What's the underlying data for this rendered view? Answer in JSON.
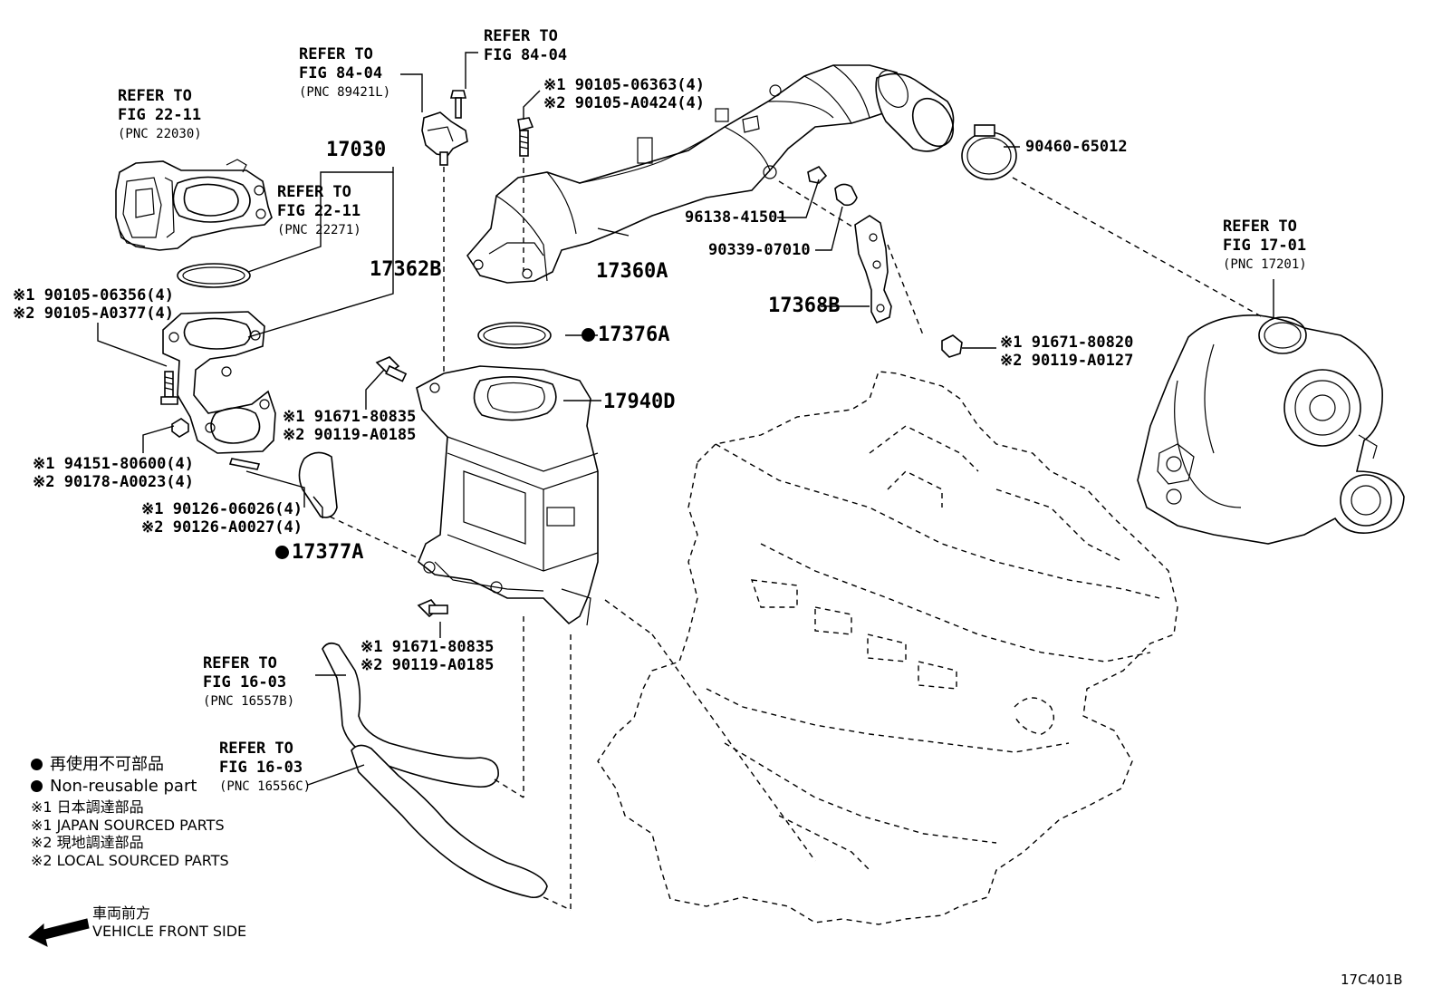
{
  "parts": {
    "p17030": "17030",
    "p17362B": "17362B",
    "p17360A": "17360A",
    "p17368B": "17368B",
    "p17376A": "17376A",
    "p17940D": "17940D",
    "p17377A": "17377A",
    "p90460": "90460-65012",
    "p96138": "96138-41501",
    "p90339": "90339-07010"
  },
  "refs": {
    "fig2211_a": {
      "l1": "REFER TO",
      "l2": "FIG 22-11",
      "pnc": "(PNC 22030)"
    },
    "fig8404_a": {
      "l1": "REFER TO",
      "l2": "FIG 84-04",
      "pnc": "(PNC 89421L)"
    },
    "fig8404_b": {
      "l1": "REFER TO",
      "l2": "FIG 84-04"
    },
    "fig2211_b": {
      "l1": "REFER TO",
      "l2": "FIG 22-11",
      "pnc": "(PNC 22271)"
    },
    "fig1701": {
      "l1": "REFER TO",
      "l2": "FIG 17-01",
      "pnc": "(PNC 17201)"
    },
    "fig1603_a": {
      "l1": "REFER TO",
      "l2": "FIG 16-03",
      "pnc": "(PNC 16557B)"
    },
    "fig1603_b": {
      "l1": "REFER TO",
      "l2": "FIG 16-03",
      "pnc": "(PNC 16556C)"
    }
  },
  "bolts": {
    "b1": [
      "※1 90105-06363(4)",
      "※2 90105-A0424(4)"
    ],
    "b2": [
      "※1 90105-06356(4)",
      "※2 90105-A0377(4)"
    ],
    "b3": [
      "※1 91671-80820",
      "※2 90119-A0127"
    ],
    "b4": [
      "※1 91671-80835",
      "※2 90119-A0185"
    ],
    "b5": [
      "※1 94151-80600(4)",
      "※2 90178-A0023(4)"
    ],
    "b6": [
      "※1 90126-06026(4)",
      "※2 90126-A0027(4)"
    ],
    "b7": [
      "※1 91671-80835",
      "※2 90119-A0185"
    ]
  },
  "legend": {
    "jp_nonreuse": "再使用不可部品",
    "en_nonreuse": "Non-reusable part",
    "jp1": "※1  日本調達部品",
    "en1": "※1  JAPAN SOURCED PARTS",
    "jp2": "※2  現地調達部品",
    "en2": "※2  LOCAL SOURCED PARTS"
  },
  "front": {
    "jp": "車両前方",
    "en": "VEHICLE FRONT SIDE"
  },
  "diagram_code": "17C401B"
}
